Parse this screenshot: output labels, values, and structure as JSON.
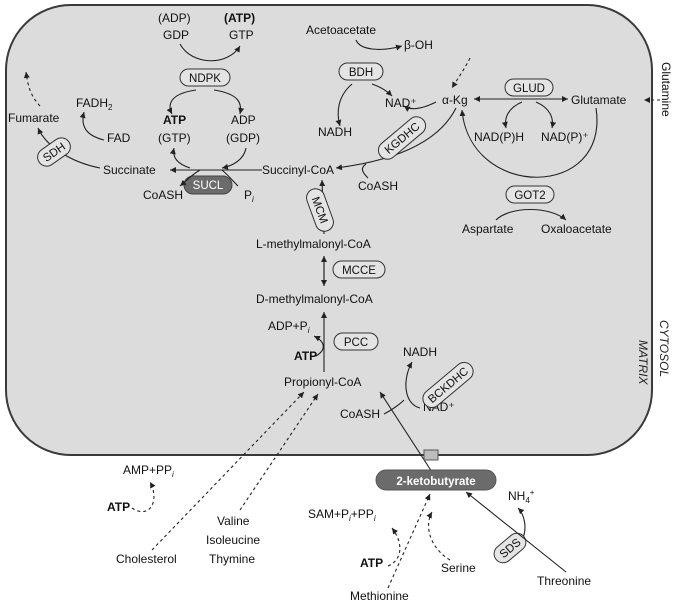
{
  "labels": {
    "compartment_matrix": "MATRIX",
    "compartment_cytosol": "CYTOSOL",
    "glutamine": "Glutamine",
    "fumarate": "Fumarate",
    "fadh2": "FADH",
    "fadh2_sub": "2",
    "fad": "FAD",
    "succinate": "Succinate",
    "coash_left": "CoASH",
    "pi": "P",
    "pi_sub": "i",
    "adp_paren_top": "(ADP)",
    "gdp_top": "GDP",
    "atp_paren_top": "(ATP)",
    "gtp_top": "GTP",
    "atp_mid": "ATP",
    "gtp_paren_mid": "(GTP)",
    "adp_mid": "ADP",
    "gdp_paren_mid": "(GDP)",
    "acetoacetate": "Acetoacetate",
    "beta_oh": "β-OH",
    "nad_plus_top": "NAD⁺",
    "nadh_top": "NADH",
    "alpha_kg": "α-Kg",
    "glutamate": "Glutamate",
    "nadph": "NAD(P)H",
    "nadp_plus": "NAD(P)⁺",
    "aspartate": "Aspartate",
    "oxaloacetate": "Oxaloacetate",
    "coash_kgdhc": "CoASH",
    "succinyl_coa": "Succinyl-CoA",
    "l_mm_coa": "L-methylmalonyl-CoA",
    "d_mm_coa": "D-methylmalonyl-CoA",
    "adp_pi": "ADP+P",
    "adp_pi_sub": "i",
    "atp_pcc": "ATP",
    "propionyl_coa": "Propionyl-CoA",
    "nadh_bottom": "NADH",
    "nad_plus_bottom": "NAD⁺",
    "coash_bottom": "CoASH",
    "ketobutyrate": "2-ketobutyrate",
    "amp_ppi": "AMP+PP",
    "amp_ppi_sub": "i",
    "atp_chol": "ATP",
    "cholesterol": "Cholesterol",
    "valine": "Valine",
    "isoleucine": "Isoleucine",
    "thymine": "Thymine",
    "sam_ppi": "SAM+P",
    "sam_ppi_sub1": "i",
    "sam_ppi_mid": "+PP",
    "sam_ppi_sub2": "i",
    "atp_met": "ATP",
    "methionine": "Methionine",
    "serine": "Serine",
    "nh4": "NH",
    "nh4_sup": "4",
    "nh4_plus": "+",
    "threonine": "Threonine"
  },
  "enzymes": {
    "ndpk": "NDPK",
    "sucl": "SUCL",
    "sdh": "SDH",
    "bdh": "BDH",
    "glud": "GLUD",
    "got2": "GOT2",
    "kgdhc": "KGDHC",
    "mcm": "MCM",
    "mcce": "MCCE",
    "pcc": "PCC",
    "bckdhc": "BCKDHC",
    "sds": "SDS"
  },
  "colors": {
    "matrix_fill": "#dcdcdc",
    "pill_fill": "#e4e4e4",
    "dark_pill": "#6b6b6b",
    "line": "#222222"
  }
}
